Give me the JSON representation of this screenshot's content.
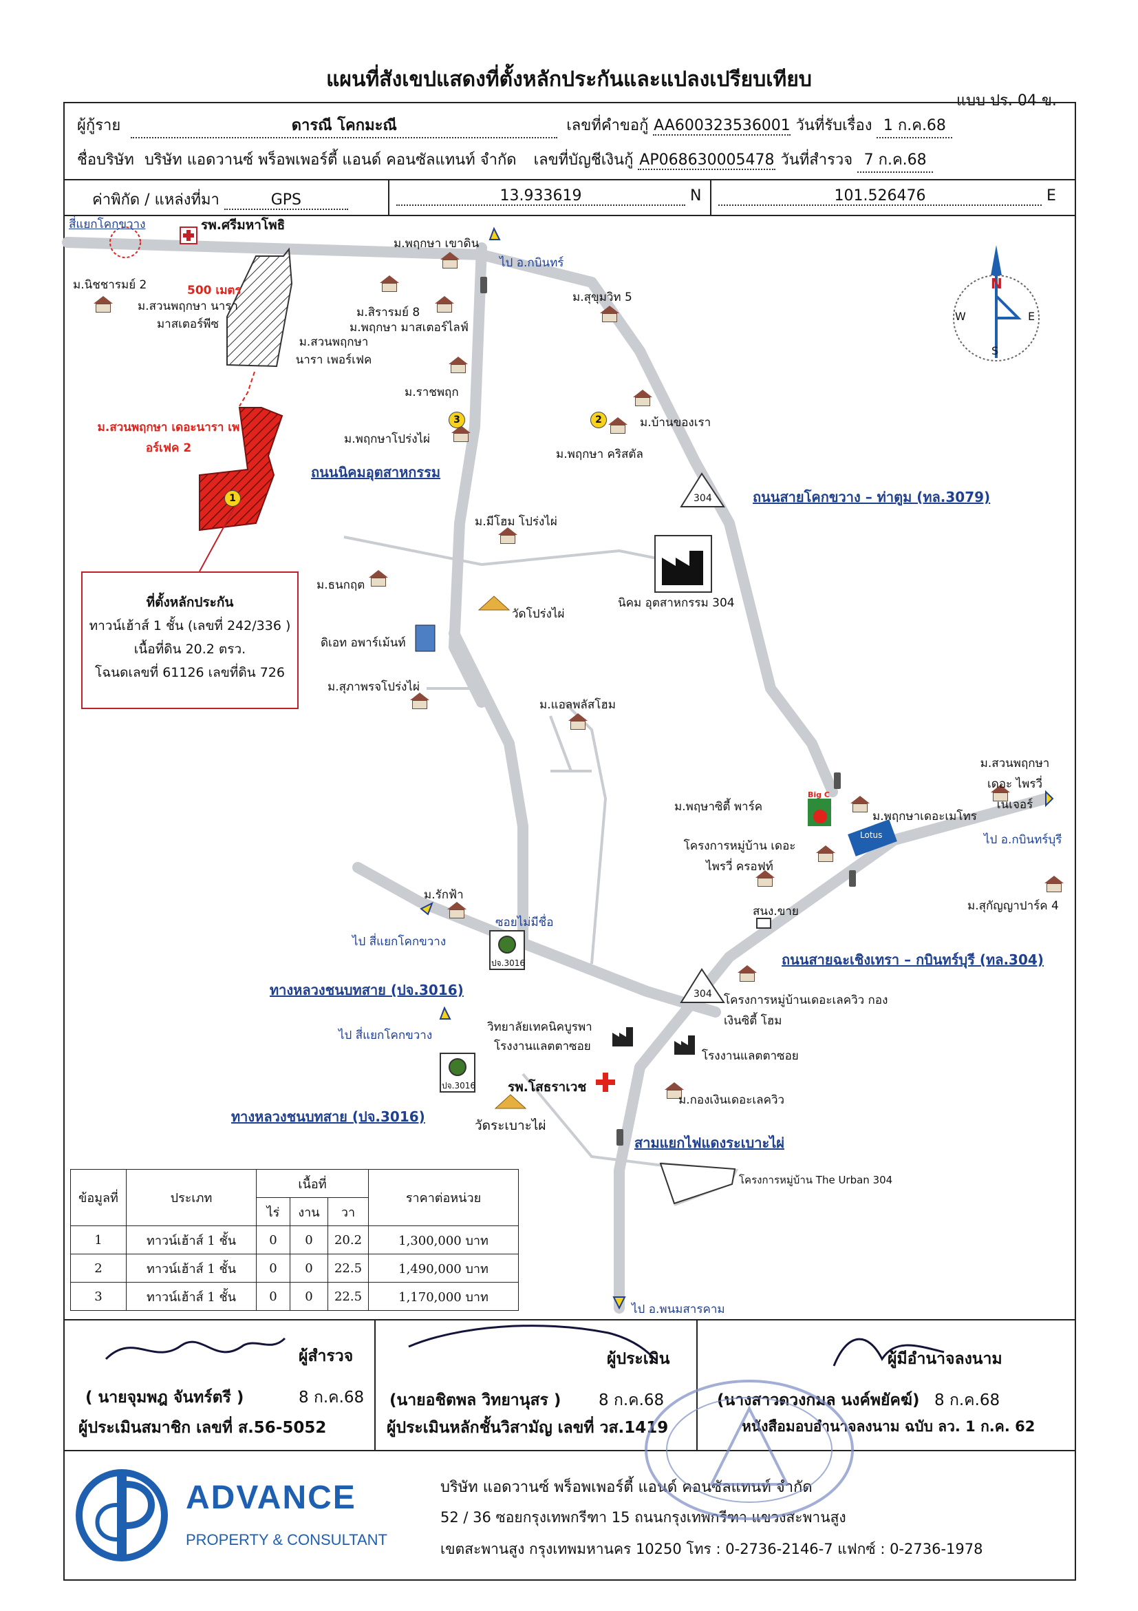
{
  "title": "แผนที่สังเขปแสดงที่ตั้งหลักประกันและแปลงเปรียบเทียบ",
  "form_no": "แบบ ปร. 04 ข.",
  "header": {
    "borrower_label": "ผู้กู้ราย",
    "borrower": "ดารณี โคกมะณี",
    "request_no_label": "เลขที่คำขอกู้",
    "request_no": "AA600323536001",
    "received_label": "วันที่รับเรื่อง",
    "received_date": "1 ก.ค.68",
    "company_label": "ชื่อบริษัท",
    "company": "บริษัท แอดวานซ์ พร็อพเพอร์ตี้ แอนด์ คอนซัลแทนท์ จำกัด",
    "account_label": "เลขที่บัญชีเงินกู้",
    "account_no": "AP068630005478",
    "survey_label": "วันที่สำรวจ",
    "survey_date": "7 ก.ค.68",
    "coord_label": "ค่าพิกัด / แหล่งที่มา",
    "coord_source": "GPS",
    "lat": "13.933619",
    "lat_suffix": "N",
    "lon": "101.526476",
    "lon_suffix": "E"
  },
  "map": {
    "compass": {
      "n": "N",
      "s": "S",
      "e": "E",
      "w": "W"
    },
    "distance_label": "500 เมตร",
    "intersection_top": "สี่แยกโคกขวาง",
    "hospital_top": "รพ.ศรีมหาโพธิ",
    "places": [
      "ม.พฤกษา เขาดิน",
      "ม.นิชชารมย์ 2",
      "ม.สวนพฤกษา นารา มาสเตอร์พีซ",
      "ม.สวนพฤกษา นารา เพอร์เฟค",
      "ม.สิรารมย์ 8",
      "ม.พฤกษา มาสเตอร์ไลฟ์",
      "ม.สุขุมวิท 5",
      "ม.ราชพฤก",
      "ม.พฤกษาโปร่งไผ่",
      "ม.พฤกษา คริสตัล",
      "ม.บ้านของเรา",
      "ม.มีโฮม โปร่งไผ่",
      "ม.ธนกฤต",
      "วัดโปร่งไผ่",
      "นิคม อุตสาหกรรม 304",
      "ดิเอท อพาร์เม้นท์",
      "ม.สุภาพรจโปร่งไผ่",
      "ม.แอลพลัสโฮม",
      "ม.สวนพฤกษาเดอะ ไพรวี่ เนเจอร์",
      "ม.พฤษาซิตี้ พาร์ค",
      "ม.พฤกษาเดอะเมโทร",
      "โครงการหมู่บ้าน เดอะไพรวี่ ครอฟท์",
      "ม.สุกัญญาปาร์ค 4",
      "สนง.ขาย",
      "ม.รักฟ้า",
      "ซอยไม่มีชื่อ",
      "โครงการหมู่บ้านเดอะเลควิว กองเงินซิตี้ โฮม",
      "วิทยาลัยเทคนิคบูรพา",
      "โรงงานแลตตาซอย",
      "โรงงานแลตตาซอย",
      "รพ.โสธราเวช",
      "ม.กองเงินเดอะเลควิว",
      "วัดระเบาะไผ่",
      "โครงการหมู่บ้าน The Urban 304"
    ],
    "subject_label": "ม.สวนพฤกษา เดอะนารา เพอร์เฟค 2",
    "roads": {
      "nikhom": "ถนนนิคมอุตสาหกรรม",
      "khokkhwang": "ถนนสายโคกขวาง – ท่าตูม (ทล.3079)",
      "chachoengsao": "ถนนสายฉะเชิงเทรา – กบินทร์บุรี (ทล.304)",
      "chonbot_1": "ทางหลวงชนบทสาย (ปจ.3016)",
      "chonbot_2": "ทางหลวงชนบทสาย (ปจ.3016)",
      "intersection_bottom": "สามแยกไฟแดงระเบาะไผ่"
    },
    "directions": [
      "ไป อ.กบินทร์",
      "ไป อ.กบินทร์บุรี",
      "ไป สี่แยกโคกขวาง",
      "ไป สี่แยกโคกขวาง",
      "ไป อ.พนมสารคาม"
    ],
    "route_shields": [
      "304",
      "304"
    ],
    "rural_shields": [
      "ปจ.3016",
      "ปจ.3016"
    ],
    "store_big": "Big C",
    "store_lotus": "Lotus",
    "collateral": {
      "heading": "ที่ตั้งหลักประกัน",
      "line1": "ทาวน์เฮ้าส์ 1 ชั้น (เลขที่ 242/336 )",
      "line2": "เนื้อที่ดิน 20.2 ตรว.",
      "line3": "โฉนดเลขที่ 61126 เลขที่ดิน 726"
    },
    "markers": [
      "1",
      "2",
      "3"
    ]
  },
  "comparison": {
    "headers": {
      "no": "ข้อมูลที่",
      "type": "ประเภท",
      "area": "เนื้อที่",
      "rai": "ไร่",
      "ngan": "งาน",
      "wa": "วา",
      "price": "ราคาต่อหน่วย"
    },
    "rows": [
      {
        "no": "1",
        "type": "ทาวน์เฮ้าส์ 1 ชั้น",
        "rai": "0",
        "ngan": "0",
        "wa": "20.2",
        "price": "1,300,000 บาท"
      },
      {
        "no": "2",
        "type": "ทาวน์เฮ้าส์ 1 ชั้น",
        "rai": "0",
        "ngan": "0",
        "wa": "22.5",
        "price": "1,490,000 บาท"
      },
      {
        "no": "3",
        "type": "ทาวน์เฮ้าส์ 1 ชั้น",
        "rai": "0",
        "ngan": "0",
        "wa": "22.5",
        "price": "1,170,000 บาท"
      }
    ]
  },
  "signatures": {
    "surveyor_role": "ผู้สำรวจ",
    "surveyor_name": "( นายจุมพฎ จันทร์ตรี )",
    "surveyor_date": "8 ก.ค.68",
    "surveyor_member": "ผู้ประเมินสมาชิก เลขที่ ส.56-5052",
    "appraiser_role": "ผู้ประเมิน",
    "appraiser_name": "(นายอชิตพล วิทยานุสร )",
    "appraiser_date": "8 ก.ค.68",
    "appraiser_license": "ผู้ประเมินหลักชั้นวิสามัญ เลขที่ วส.1419",
    "authority_role": "ผู้มีอำนาจลงนาม",
    "authority_name": "(นางสาวดวงกมล นงค์พยัคฆ์)",
    "authority_date": "8 ก.ค.68",
    "authority_ref": "หนังสือมอบอำนาจลงนาม ฉบับ ลว. 1 ก.ค. 62"
  },
  "footer": {
    "brand": "ADVANCE",
    "brand_sub": "PROPERTY & CONSULTANT",
    "company": "บริษัท แอดวานซ์ พร็อพเพอร์ตี้ แอนด์ คอนซัลแทนท์ จำกัด",
    "address1": "52 / 36 ซอยกรุงเทพกรีฑา 15 ถนนกรุงเทพกรีฑา แขวงสะพานสูง",
    "address2": "เขตสะพานสูง กรุงเทพมหานคร 10250 โทร : 0-2736-2146-7 แฟกซ์ : 0-2736-1978"
  },
  "colors": {
    "road": "#c9ccd1",
    "subject": "#e0241c",
    "text_blue": "#1f3f8f",
    "arrow": "#f3d21a"
  }
}
